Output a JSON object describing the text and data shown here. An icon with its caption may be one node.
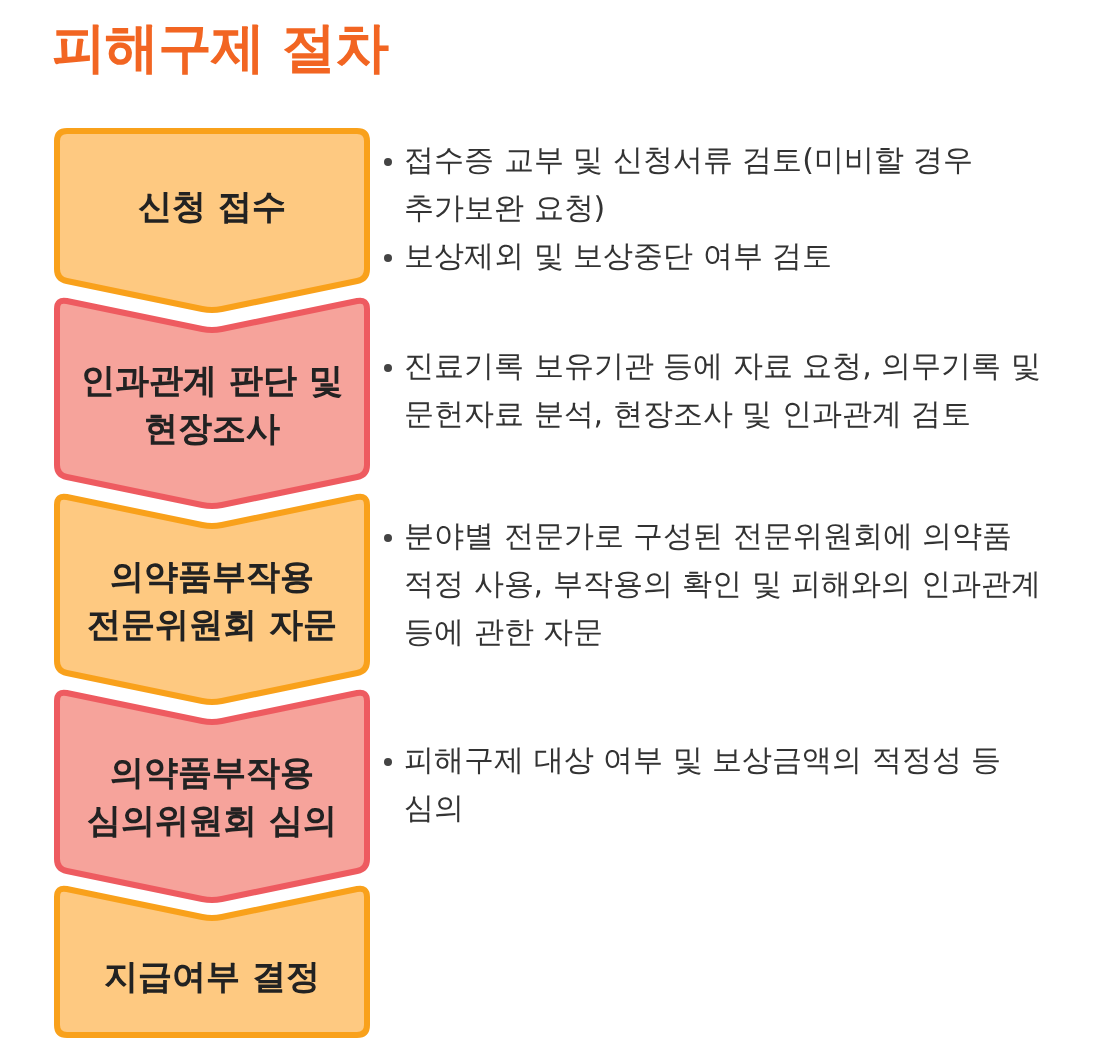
{
  "diagram": {
    "title": "피해구제 절차",
    "nodes": [
      {
        "text": [
          "신청 접수"
        ],
        "beside": [
          "접수증 교부 및 신청서류 검토(미비할 경우 추가보완 요청)",
          "보상제외 및 보상중단 여부 검토"
        ]
      },
      {
        "text": [
          "인과관계 판단 및 현장조사"
        ],
        "beside": [
          "진료기록 보유기관 등에 자료 요청, 의무기록 및 문헌자료 분석, 현장조사 및 인과관계 검토"
        ]
      },
      {
        "text": [
          "의약품부작용 전문위원회 자문"
        ],
        "beside": [
          "분야별 전문가로 구성된 전문위원회에 의약품 적정 사용, 부작용의 확인 및 피해와의 인과관계 등에 관한 자문"
        ]
      },
      {
        "text": [
          "의약품부작용 심의위원회 심의"
        ],
        "beside": [
          "피해구제 대상 여부 및 보상금액의 적정성 등 심의"
        ]
      },
      {
        "text": [
          "지급여부 결정"
        ]
      }
    ]
  }
}
